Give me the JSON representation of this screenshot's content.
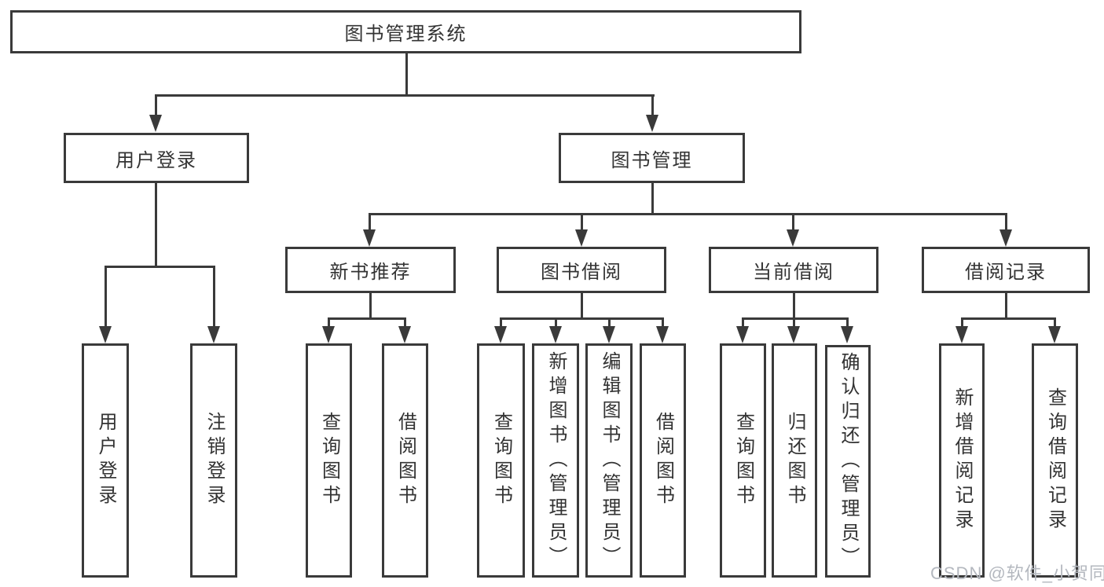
{
  "diagram": {
    "type": "tree",
    "root": {
      "label": "图书管理系统"
    },
    "branches": [
      {
        "label": "用户登录",
        "children": [
          {
            "label": "用户登录"
          },
          {
            "label": "注销登录"
          }
        ]
      },
      {
        "label": "图书管理",
        "children": [
          {
            "label": "新书推荐",
            "children": [
              {
                "label": "查询图书"
              },
              {
                "label": "借阅图书"
              }
            ]
          },
          {
            "label": "图书借阅",
            "children": [
              {
                "label": "查询图书"
              },
              {
                "label": "新增图书（管理员）"
              },
              {
                "label": "编辑图书（管理员）"
              },
              {
                "label": "借阅图书"
              }
            ]
          },
          {
            "label": "当前借阅",
            "children": [
              {
                "label": "查询图书"
              },
              {
                "label": "归还图书"
              },
              {
                "label": "确认归还（管理员）"
              }
            ]
          },
          {
            "label": "借阅记录",
            "children": [
              {
                "label": "新增借阅记录"
              },
              {
                "label": "查询借阅记录"
              }
            ]
          }
        ]
      }
    ]
  },
  "watermark": "CSDN @软件_小贺同学",
  "colors": {
    "line": "#3a3a3a",
    "text": "#333333",
    "background": "#ffffff",
    "watermark": "#b4b8bf"
  }
}
